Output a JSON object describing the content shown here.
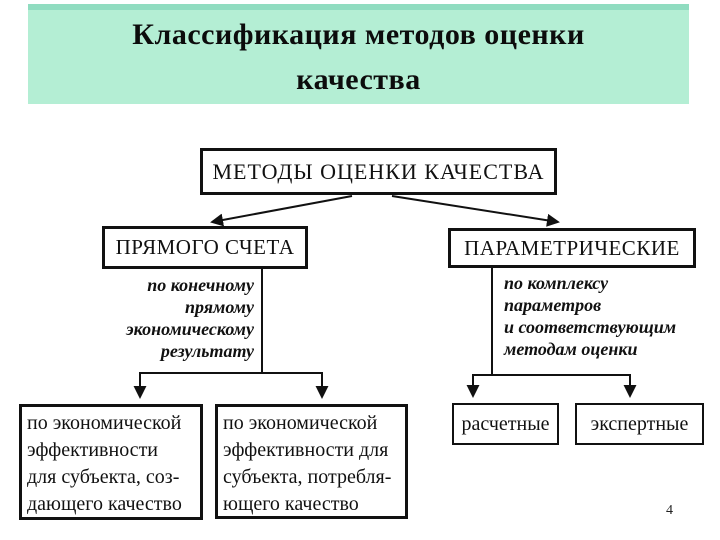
{
  "page": {
    "title": "Классификация методов оценки\nкачества",
    "page_number": "4"
  },
  "colors": {
    "title_background": "#b4eed4",
    "title_top_edge": "#90dcc0",
    "diagram_line": "#111111",
    "background": "#ffffff"
  },
  "diagram": {
    "root_label": "МЕТОДЫ ОЦЕНКИ КАЧЕСТВА",
    "left": {
      "label": "ПРЯМОГО СЧЕТА",
      "note": "по конечному\nпрямому\nэкономическому\nрезультату",
      "children": [
        "по экономической\nэффективности\nдля субъекта, соз-\nдающего качество",
        "по экономической\nэффективности для\nсубъекта, потребля-\nющего качество"
      ]
    },
    "right": {
      "label": "ПАРАМЕТРИЧЕСКИЕ",
      "note": "по комплексу\nпараметров\nи соответствующим\nметодам оценки",
      "children": [
        "расчетные",
        "экспертные"
      ]
    }
  }
}
